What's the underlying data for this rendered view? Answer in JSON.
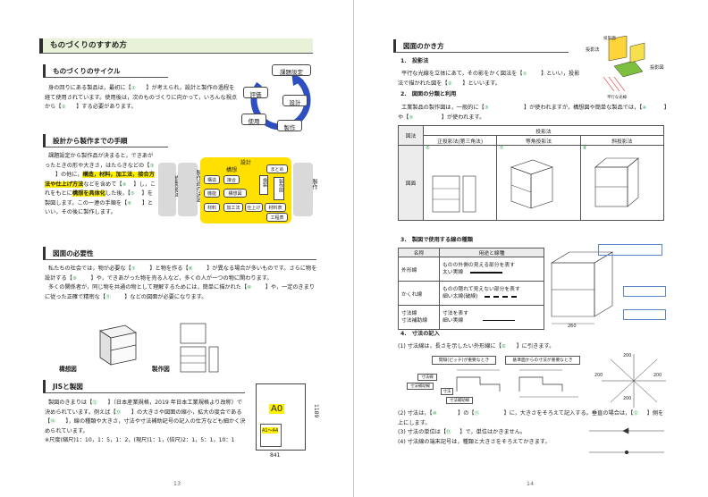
{
  "left_page": {
    "main_title": "ものづくりのすすめ方",
    "s1": {
      "title": "ものづくりのサイクル",
      "text1": "身の回りにある製品は，最初に【",
      "blank1": "①",
      "text2": "】が考えられ，設計と製作の過程を経て使用されています。使用後は，次のものづくりに向かって，いろんな視点から【",
      "blank2": "②",
      "text3": "】する必要があります。",
      "cycle": [
        "課題設定",
        "設計",
        "製作",
        "使用",
        "評価"
      ]
    },
    "s2": {
      "title": "設計から製作までの手順",
      "text1": "課題設定から製作品が決まると，できあがったときの形や大きさ，はたらきなどの【",
      "blank3": "③",
      "text2": "】の他に，",
      "hl1": "構造，材料，加工法，接合方法や仕上げ方法",
      "text3": "などを含めて【",
      "blank4": "④",
      "text4": "】し，これをもとに",
      "hl2": "構想を具体化",
      "text5": "した後，【",
      "blank5": "⑤",
      "text6": "】を製図します。この一連の手順を【",
      "blank6": "⑥",
      "text7": "】といい，その後に製作します。",
      "flow_first": "課題設定",
      "flow_second": "製作品の決定",
      "flow_group": "設計",
      "flow_idea": "構想",
      "flow_items": [
        "構造",
        "接合",
        "機能",
        "構想図",
        "材料",
        "加工法",
        "仕上げ",
        "材料表",
        "工程表"
      ],
      "flow_summary": "まとめ",
      "flow_sketch": "検製",
      "flow_drawing": "製作図",
      "flow_last": "製作"
    },
    "s3": {
      "title": "図面の必要性",
      "text1": "私たちの社会では，物が必要な【",
      "blank7": "⑦",
      "text2": "】と物を作る【",
      "blank8": "⑧",
      "text3": "】が異なる場合が多いものです。さらに物を設計する【",
      "blank9": "⑨",
      "text4": "】や，できあがった物を売る人など，多くの人が一つの物に関わります。",
      "text5": "多くの関係者が，同じ物を共通の物として理解するためには，簡単に描かれた【",
      "blank10": "⑩",
      "text6": "】や，一定のきまりに従った正確で精密な【",
      "blank11": "⑪",
      "text7": "】などの図面が必要になります。",
      "label_sketch": "構想図",
      "label_drawing": "製作図"
    },
    "s4": {
      "title": "JISと製図",
      "text1": "製図のきまりは【",
      "blank12": "⑫",
      "text2": "】（日本産業規格，2019 年日本工業規格より改称）で決められています。例えば【",
      "blank13": "⑬",
      "text3": "】の大きさや図面の縮小，拡大の度合である【",
      "blank14": "⑭",
      "text4": "】，線の種類や大きさ，寸法や寸法補助記号の記入の仕方なども細かく決められています。",
      "note": "※尺度(縮尺)1：10，1：5，1：2，(現尺)1：1，(倍尺)2：1，5：1，10：1",
      "paper_a0": "A0",
      "paper_a1": "A1～A4",
      "dim_w": "841",
      "dim_h": "1189"
    },
    "page_number": "13"
  },
  "right_page": {
    "s1": {
      "title": "図面のかき方",
      "sub1": "1.　投影法",
      "text1": "平行な光線を立体にあて，その影をかく図法を【",
      "blank1": "①",
      "text2": "】といい，投影法で描かれた図を【",
      "blank2": "②",
      "text3": "】といいます。",
      "fig_label1": "投影法",
      "fig_label2": "投影面",
      "fig_label3": "投影図",
      "fig_label4": "平行な光線"
    },
    "s2": {
      "sub": "2.　図面の分類と利用",
      "text1": "工業製品の製作図は，一般的に【",
      "blank3": "③",
      "text2": "】が使われますが，構想図や簡単な製品では，【",
      "blank4": "④",
      "text3": "】や【",
      "blank5": "⑤",
      "text4": "】が使われます。",
      "table_header_left": "図法",
      "table_header_main": "投影法",
      "col1": "正投影法(第三角法)",
      "col2": "等角投影法",
      "col3": "斜投影法",
      "row_label": "図面",
      "cell1": "⑥",
      "cell2": "⑦",
      "cell3": "⑧"
    },
    "s3": {
      "sub": "3.　製図で使用する線の種類",
      "th1": "名称",
      "th2": "用途と線種",
      "rows": [
        {
          "name": "外形線",
          "use": "ものの外側の見える部分を表す",
          "kind": "太い実線"
        },
        {
          "name": "かくれ線",
          "use": "ものの隠れて見えない部分を表す",
          "kind": "細い太線(破線)"
        },
        {
          "name": "寸法線\n寸法補助線",
          "use": "寸法を表す",
          "kind": "細い実線"
        }
      ],
      "fig_dim": "260"
    },
    "s4": {
      "sub": "4.　寸法の記入",
      "text1": "(1) 寸法線は，長さを示したい外形線に【",
      "blank9": "⑨",
      "text2": "】に引きます。",
      "fig_label1": "間隔(ピッチ)が重要なとき",
      "fig_label2": "基準面からの寸法が重要なとき",
      "fig_label3": "寸法線",
      "fig_label4": "寸法補助線",
      "fig_label5": "寸法補助線",
      "fig_label6": "寸法",
      "fig_dims": [
        "200",
        "200",
        "200",
        "200"
      ],
      "text3": "(2) 寸法は，【",
      "blank10": "⑩",
      "text4": "】の【",
      "blank11": "⑪",
      "text5": "】に，大きさをそろえて記入する。垂直の場合は，【",
      "blank12": "⑫",
      "text6": "】側を上にします。",
      "text7": "(3) 寸法の単位は【",
      "blank13": "⑬",
      "text8": "】で，単位はかきません。",
      "text9": "(4) 寸法線の端末記号は，種類と大きさをそろえてかきます。"
    },
    "page_number": "14"
  },
  "colors": {
    "green_fill": "#e8f2d9",
    "yellow": "#fff000",
    "blank_green": "#2ea84f",
    "arrow_blue": "#2d4fbf",
    "frame_blue": "#5a88c6"
  }
}
